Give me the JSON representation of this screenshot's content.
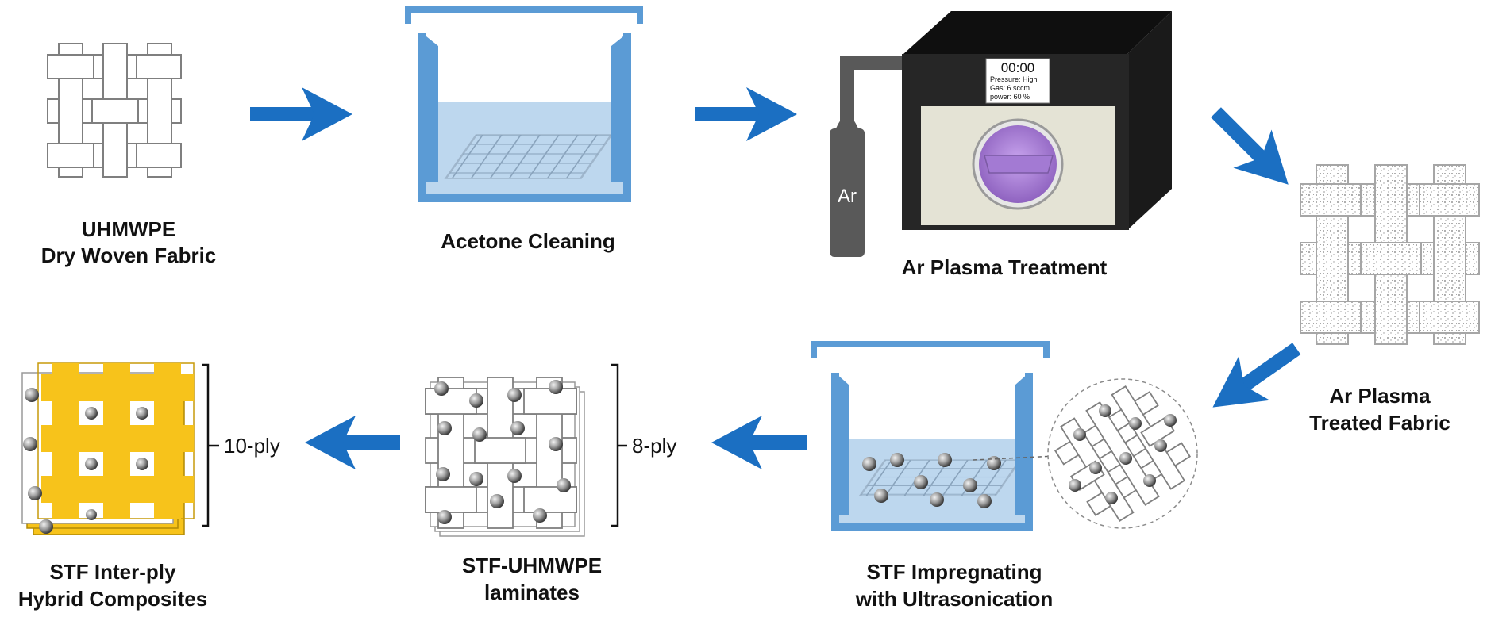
{
  "steps": {
    "dry_fabric": {
      "line1": "UHMWPE",
      "line2": "Dry Woven Fabric"
    },
    "acetone": {
      "line1": "Acetone Cleaning"
    },
    "plasma": {
      "line1": "Ar Plasma Treatment"
    },
    "treated": {
      "line1": "Ar Plasma",
      "line2": "Treated Fabric"
    },
    "impregnating": {
      "line1": "STF Impregnating",
      "line2": "with Ultrasonication"
    },
    "laminates": {
      "line1": "STF-UHMWPE",
      "line2": "laminates"
    },
    "hybrid": {
      "line1": "STF Inter-ply",
      "line2": "Hybrid Composites"
    }
  },
  "plasma_machine": {
    "gas_label": "Ar",
    "screen": {
      "time": "00:00",
      "pressure": "Pressure: High",
      "gas": "Gas:     6 sccm",
      "power": "power:     60 %"
    }
  },
  "ply_labels": {
    "laminates": "8-ply",
    "hybrid": "10-ply"
  },
  "colors": {
    "arrow": "#1b6fc2",
    "container": "#5b9bd5",
    "liquid": "#bdd7ee",
    "composite": "#f7c31b",
    "chamber_window": "#b08ad6",
    "machine": "#262626"
  }
}
